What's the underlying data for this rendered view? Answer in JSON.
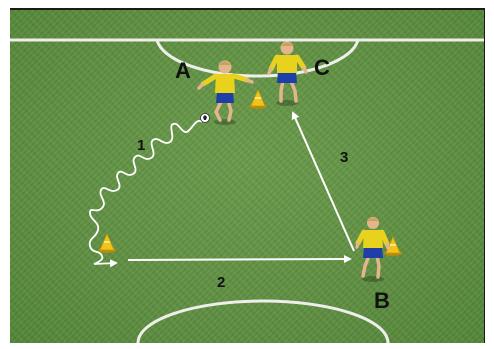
{
  "diagram": {
    "players": {
      "a": "A",
      "b": "B",
      "c": "C"
    },
    "steps": {
      "one": "1",
      "two": "2",
      "three": "3"
    },
    "colors": {
      "pitch": "#5f9142",
      "line": "#f2f2ea",
      "shirt": "#e8d21e",
      "shorts": "#1f3fa8",
      "cone": "#f0c419",
      "arrow": "#ffffff",
      "label": "#111111"
    }
  }
}
